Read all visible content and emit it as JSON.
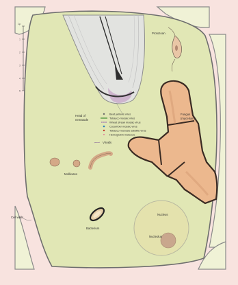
{
  "labels": {
    "protozoan": "Protozoan",
    "head_of_nematode": [
      "Head of",
      "nematode"
    ],
    "fungus": [
      "Fungus",
      "(mycelium)"
    ],
    "viroids": "Viroids",
    "mollicutes": "Mollicutes",
    "bacterium": "Bacterium",
    "nucleus": "Nucleus",
    "nucleolus": "Nucleolus",
    "cell_wall": "Cell walls"
  },
  "legend": [
    {
      "symbol": "dot",
      "color": "#6a6a6a",
      "label": "Beet yellows virus"
    },
    {
      "symbol": "line",
      "color": "#3d8d2f",
      "label": "Tobacco mosaic virus"
    },
    {
      "symbol": "dash",
      "color": "#9b6bb0",
      "label": "Wheat streak mosaic virus"
    },
    {
      "symbol": "dot",
      "color": "#2a7fb8",
      "label": "Cucumber mosaic virus"
    },
    {
      "symbol": "dot",
      "color": "#c0392b",
      "label": "Tobacco necrosis satellite virus"
    },
    {
      "symbol": "dot",
      "color": "#e07a9a",
      "label": "Hemoglobin molecule"
    }
  ],
  "scale_ruler": {
    "unit": "1μ",
    "ticks": [
      "1",
      "2",
      "3",
      "4",
      "5"
    ]
  },
  "colors": {
    "cytoplasm": "#e1e7b5",
    "adjacent_cells": "#f0f2d6",
    "background_panel": "#f8e3df",
    "cell_wall": "#6e6e6e",
    "fungus_fill": "#ecb88e",
    "fungus_outline": "#3a2b23",
    "nematode": "#e2e3e0",
    "nucleus": "#e4e2ad",
    "nucleolus": "#c9a78d"
  }
}
